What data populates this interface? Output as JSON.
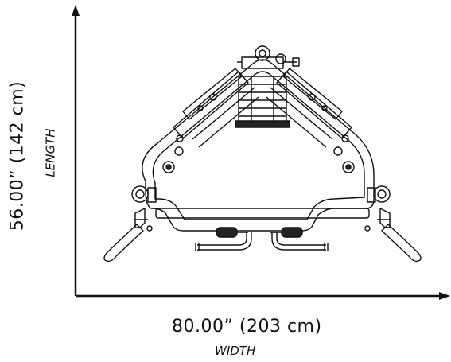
{
  "dimensions": {
    "width": {
      "value": "80.00” (203 cm)",
      "label": "WIDTH"
    },
    "length": {
      "value": "56.00” (142 cm)",
      "label": "LENGTH"
    }
  },
  "colors": {
    "line": "#111111",
    "background": "#ffffff",
    "fill_dark": "#222222"
  }
}
